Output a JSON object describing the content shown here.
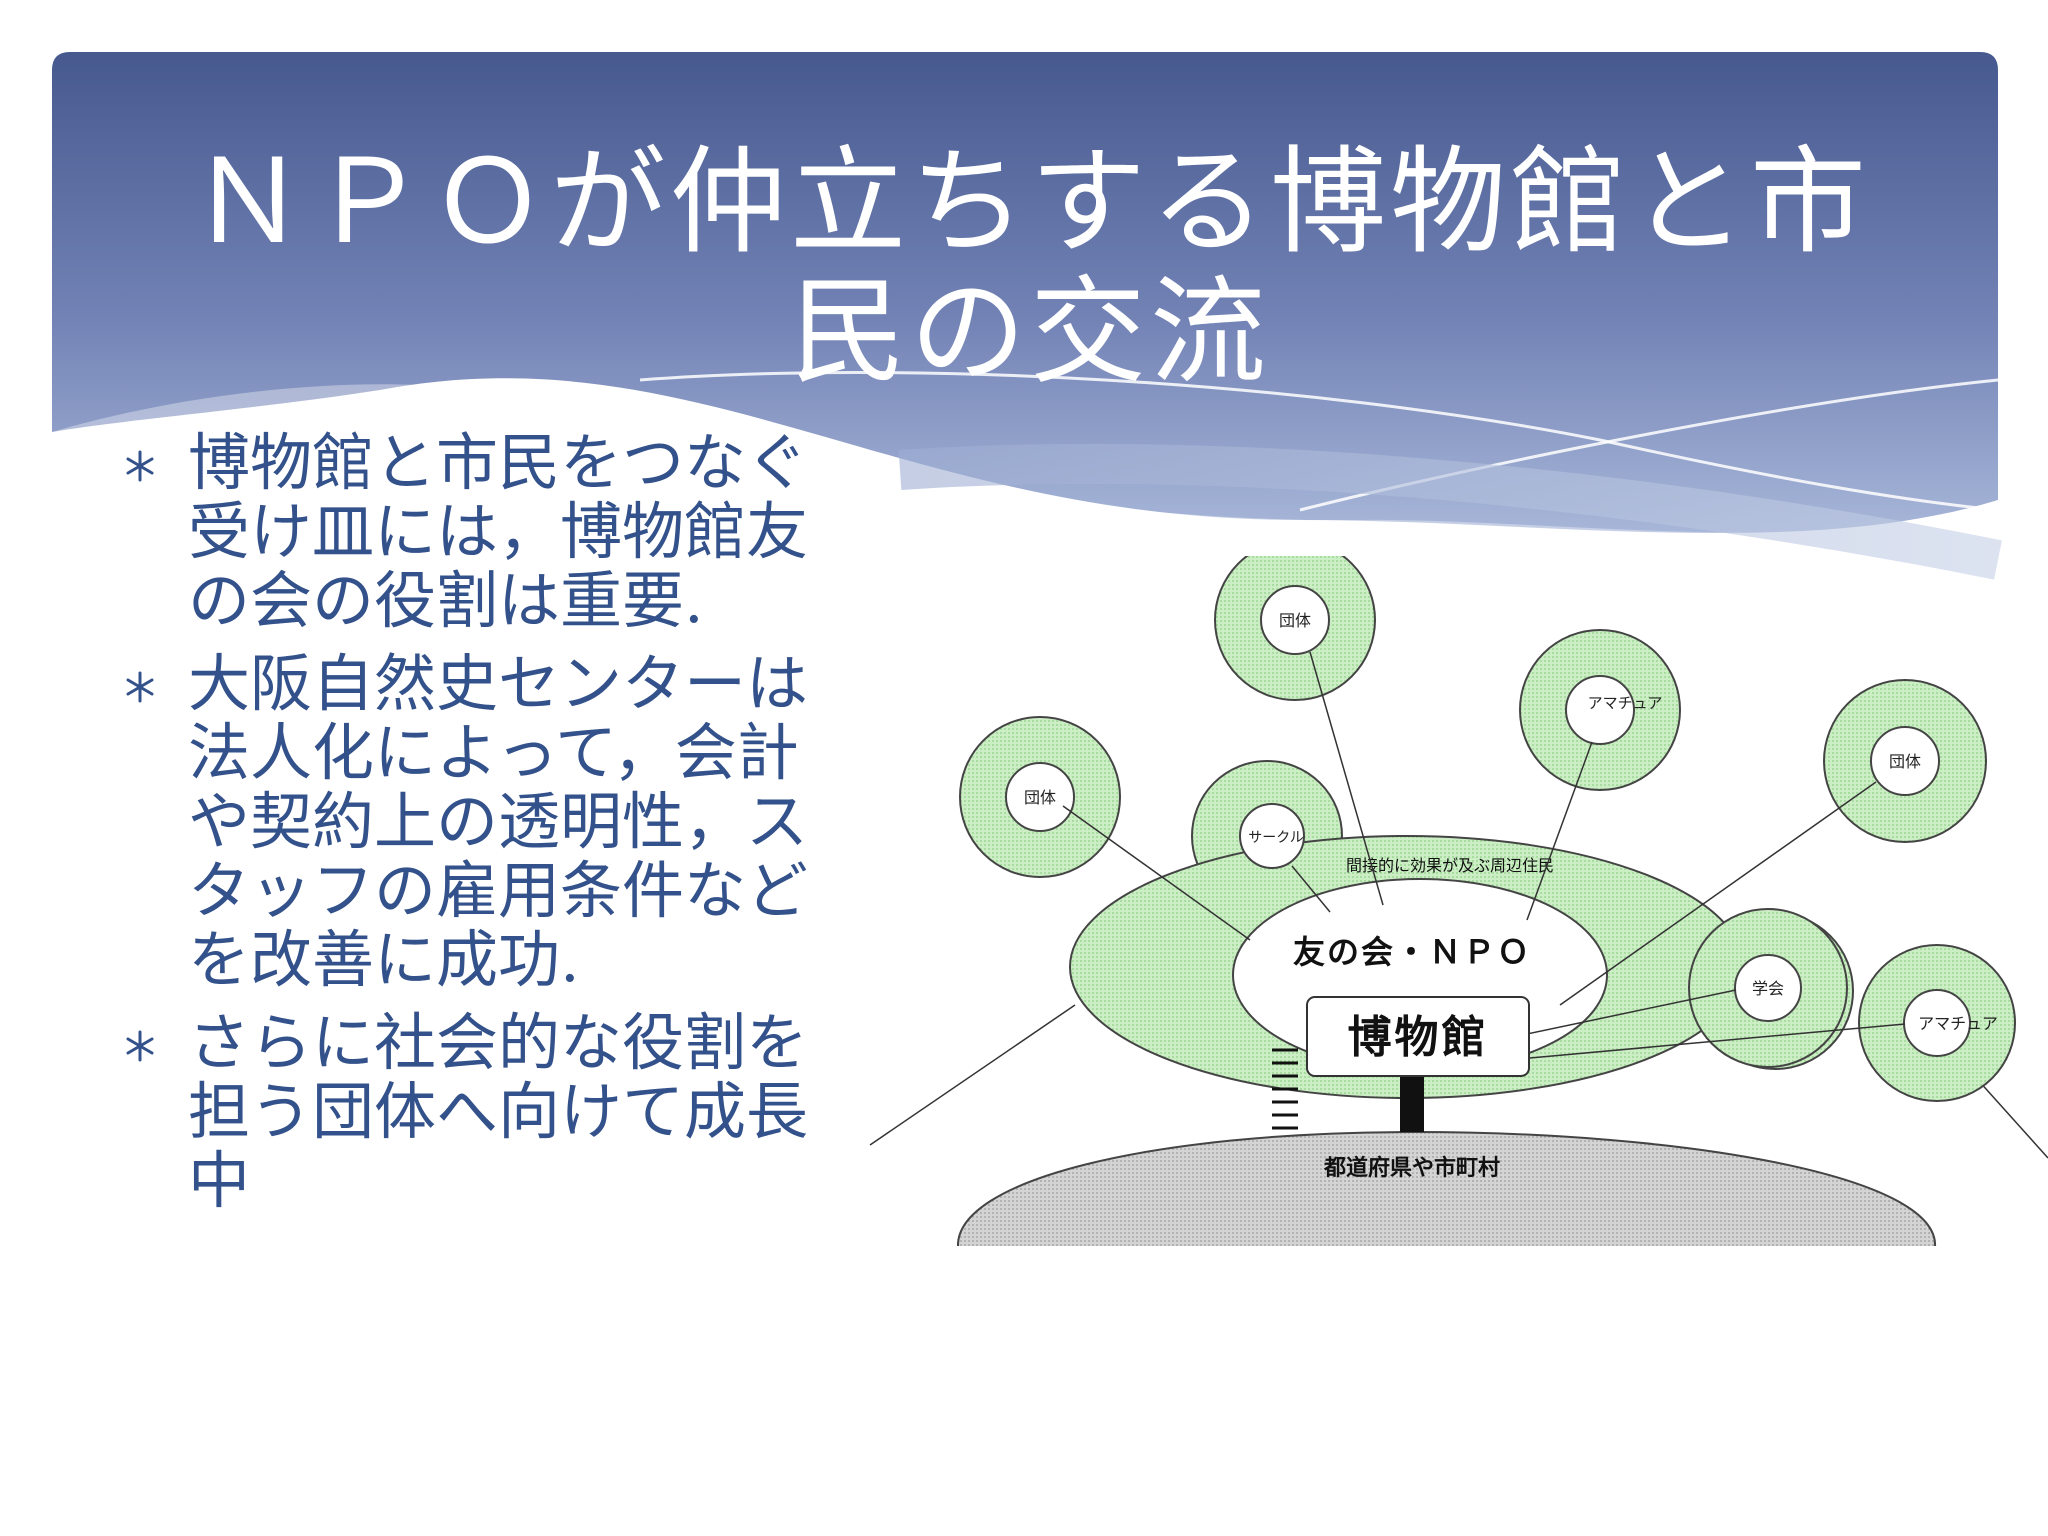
{
  "slide": {
    "title": "ＮＰＯが仲立ちする博物館と市民の交流",
    "bullets": [
      "博物館と市民をつなぐ受け皿には，博物館友の会の役割は重要.",
      "大阪自然史センターは法人化によって，会計や契約上の透明性，スタッフの雇用条件などを改善に成功.",
      "さらに社会的な役割を担う団体へ向けて成長中"
    ]
  },
  "diagram": {
    "nodes": {
      "dantai_1": "団体",
      "amateur_1": "アマチュア",
      "dantai_2": "団体",
      "dantai_3": "団体",
      "circle": "サークル",
      "gakkai": "学会",
      "amateur_2": "アマチュア"
    },
    "outer_ring": "間接的に効果が及ぶ周辺住民",
    "inner_label": "友の会・ＮＰＯ",
    "museum": "博物館",
    "ground": "都道府県や市町村"
  },
  "colors": {
    "header_dark": "#46598f",
    "header_light": "#98a8cf",
    "title_text": "#ffffff",
    "body_text": "#33518a",
    "node_fill": "#c8ecc0",
    "ground_fill": "#c6c6c6"
  }
}
